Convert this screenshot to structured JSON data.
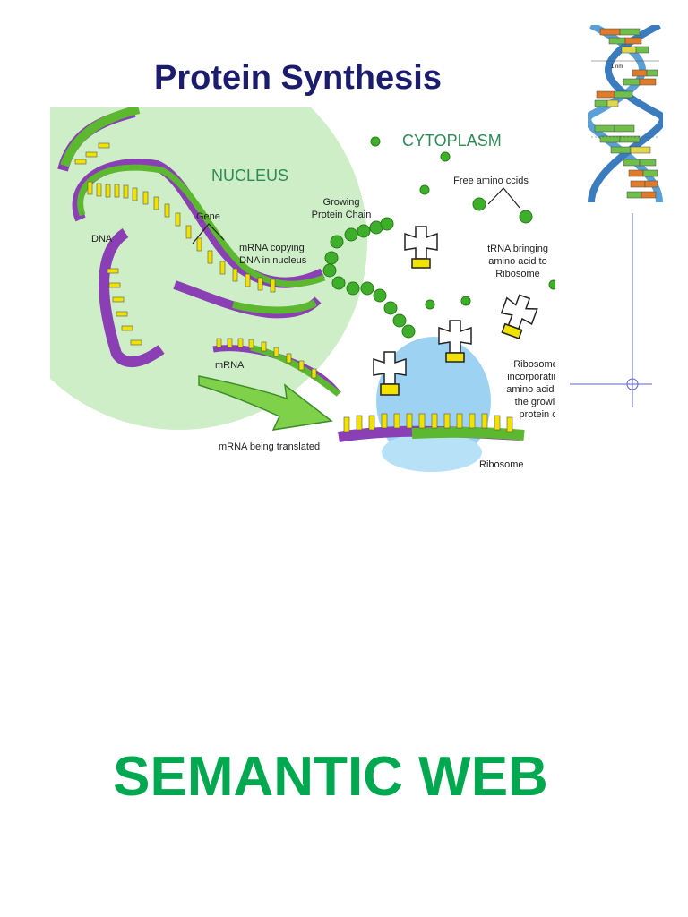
{
  "slide": {
    "title": "Protein Synthesis",
    "subtitle": "SEMANTIC WEB"
  },
  "diagram": {
    "regions": {
      "nucleus": "NUCLEUS",
      "cytoplasm": "CYTOPLASM"
    },
    "labels": {
      "dna": "DNA",
      "gene": "Gene",
      "mrna_copying_1": "mRNA copying",
      "mrna_copying_2": "DNA in nucleus",
      "growing_chain_1": "Growing",
      "growing_chain_2": "Protein Chain",
      "free_amino": "Free amino ccids",
      "trna_1": "tRNA bringing",
      "trna_2": "amino acid to",
      "trna_3": "Ribosome",
      "mrna": "mRNA",
      "ribosome_inc_1": "Ribosome",
      "ribosome_inc_2": "incorporating",
      "ribosome_inc_3": "amino acids into",
      "ribosome_inc_4": "the growing",
      "ribosome_inc_5": "protein chain",
      "mrna_translated": "mRNA being translated",
      "ribosome": "Ribosome"
    },
    "colors": {
      "nucleus": "#cdeec6",
      "strand_green": "#5cb82e",
      "strand_purple": "#8a3fb5",
      "base_yellow": "#f2e200",
      "ribosome_blue": "#9ed2f2",
      "amino_green": "#3fae2a"
    }
  },
  "helix": {
    "scale_label": "1 nm"
  },
  "colors": {
    "title": "#1c1c6e",
    "subtitle": "#00a84f",
    "guide": "#5b63c9"
  }
}
